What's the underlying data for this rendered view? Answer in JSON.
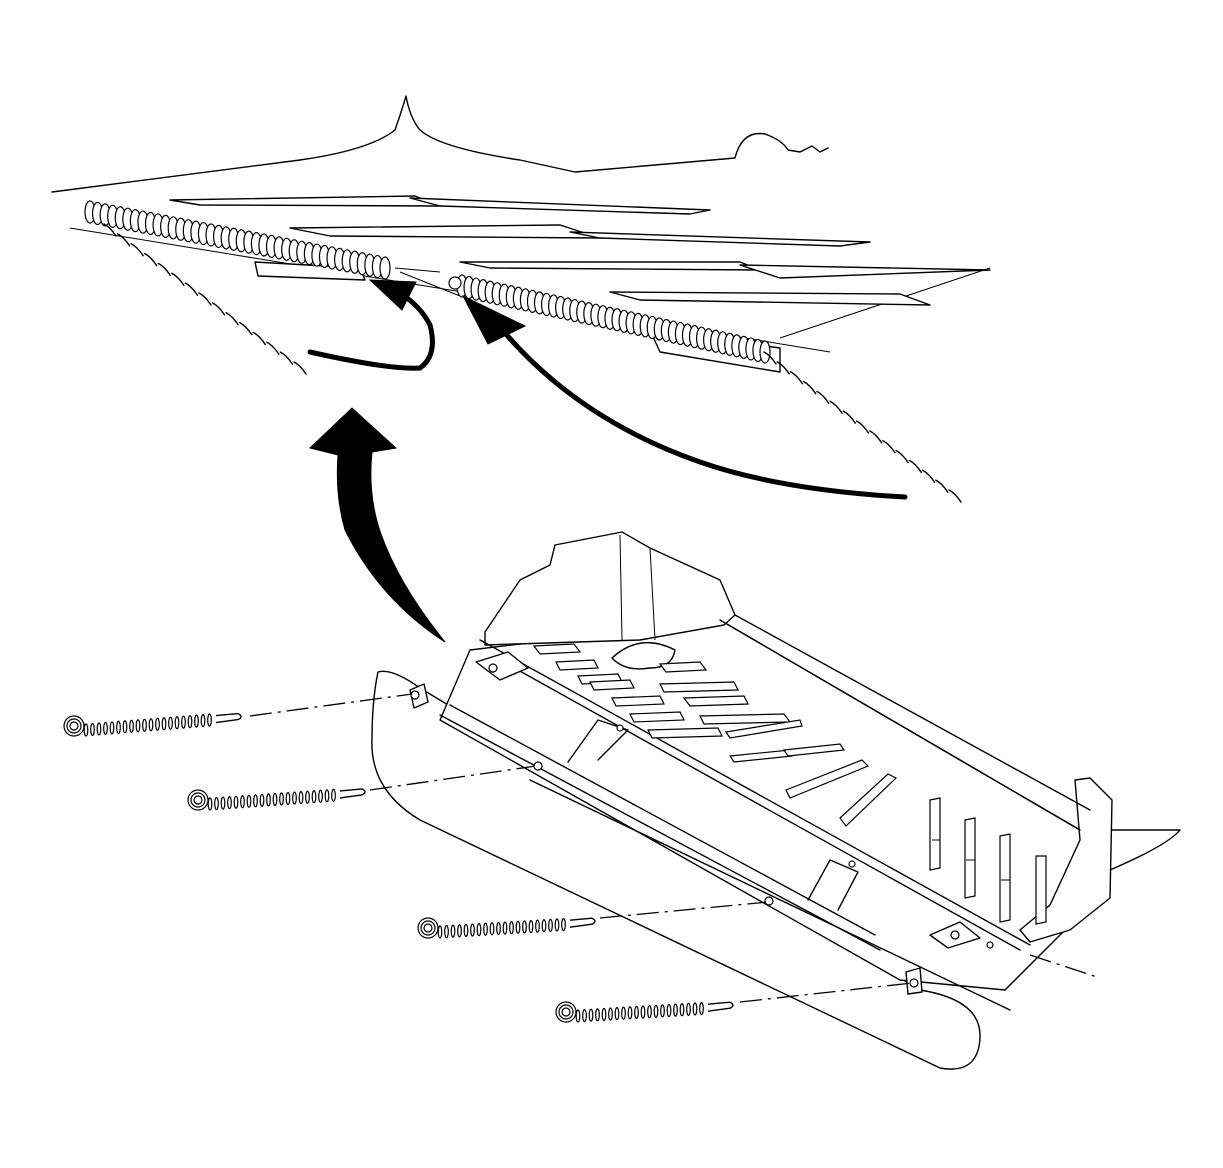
{
  "diagram": {
    "kind": "exploded-assembly illustration",
    "labels": [],
    "colors": {
      "line": "#000000",
      "background": "#ffffff"
    },
    "parts": {
      "upper_springs": 2,
      "lower_springs": 4,
      "shield": 1,
      "arrows": 3
    }
  }
}
